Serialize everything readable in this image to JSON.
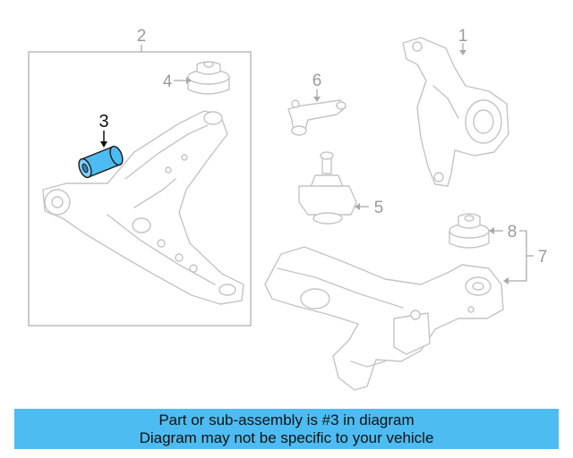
{
  "diagram": {
    "highlighted_part": "3",
    "highlight_color": "#4dbcf2",
    "callouts": {
      "c1": "1",
      "c2": "2",
      "c3": "3",
      "c4": "4",
      "c5": "5",
      "c6": "6",
      "c7": "7",
      "c8": "8"
    }
  },
  "caption": {
    "line1": "Part or sub-assembly is #3 in diagram",
    "line2": "Diagram may not be specific to your vehicle"
  }
}
